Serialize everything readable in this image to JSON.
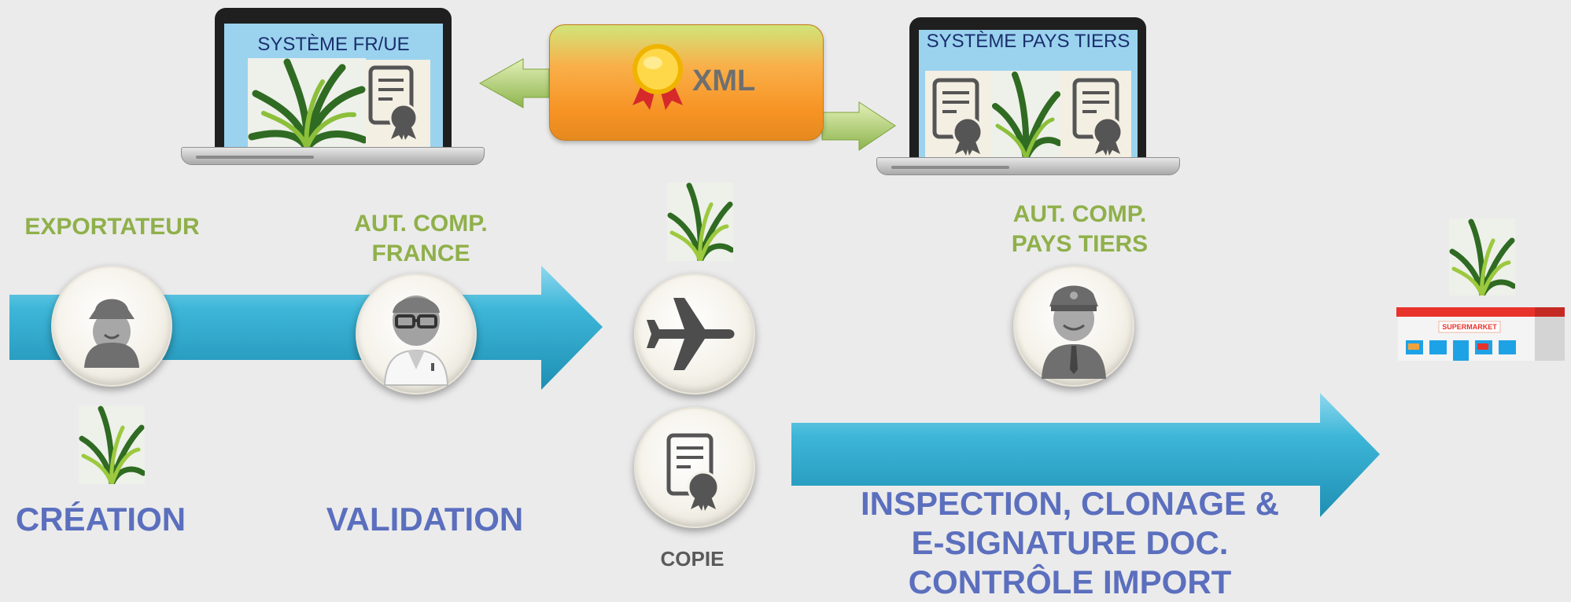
{
  "systems": {
    "fr": {
      "title": "SYSTÈME FR/UE"
    },
    "tiers": {
      "title": "SYSTÈME PAYS TIERS"
    }
  },
  "xml": {
    "label": "XML"
  },
  "roles": {
    "exportateur": "EXPORTATEUR",
    "aut_france": "AUT. COMP. FRANCE",
    "aut_tiers": "AUT. COMP. PAYS TIERS"
  },
  "stages": {
    "creation": "CRÉATION",
    "validation": "VALIDATION",
    "inspection": "INSPECTION, CLONAGE & E-SIGNATURE DOC. CONTRÔLE IMPORT"
  },
  "copie": "COPIE",
  "store": {
    "sign": "SUPERMARKET"
  },
  "colors": {
    "arrow_blue": "#3db6d8",
    "label_green": "#8fb04a",
    "label_blue": "#5b6fbe"
  },
  "icons": [
    "person-hat-icon",
    "inspector-icon",
    "airplane-icon",
    "certificate-icon",
    "officer-icon",
    "plant-icon",
    "laptop-icon",
    "ribbon-award-icon",
    "supermarket-icon"
  ]
}
